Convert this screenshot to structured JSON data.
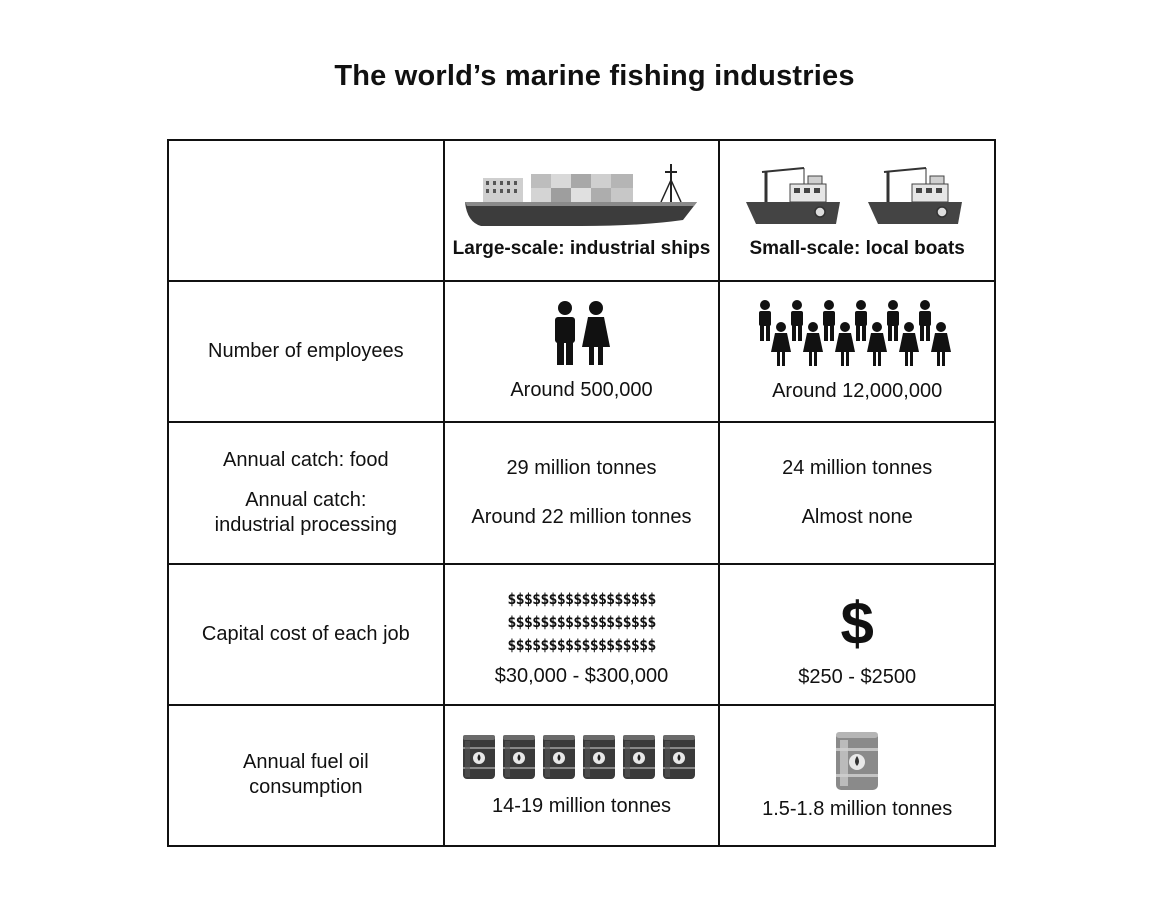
{
  "title": "The world’s marine fishing industries",
  "columns": {
    "large": "Large-scale: industrial ships",
    "small": "Small-scale: local boats"
  },
  "employees": {
    "label": "Number of employees",
    "large": "Around 500,000",
    "small": "Around 12,000,000",
    "large_icon": "two-people-icon",
    "small_icon": "crowd-icon"
  },
  "catch": {
    "food_label": "Annual catch: food",
    "industrial_label_line1": "Annual catch:",
    "industrial_label_line2": "industrial processing",
    "large_food": "29 million tonnes",
    "small_food": "24 million tonnes",
    "large_industrial": "Around 22 million tonnes",
    "small_industrial": "Almost none"
  },
  "capital": {
    "label": "Capital cost of each job",
    "large_dollars": [
      "$$$$$$$$$$$$$$$$$$",
      "$$$$$$$$$$$$$$$$$$",
      "$$$$$$$$$$$$$$$$$$"
    ],
    "large": "$30,000 - $300,000",
    "small_symbol": "$",
    "small": "$250 - $2500"
  },
  "fuel": {
    "label_line1": "Annual fuel oil",
    "label_line2": "consumption",
    "large": "14-19 million tonnes",
    "small": "1.5-1.8 million tonnes",
    "barrel_icon": "oil-barrel-icon"
  }
}
